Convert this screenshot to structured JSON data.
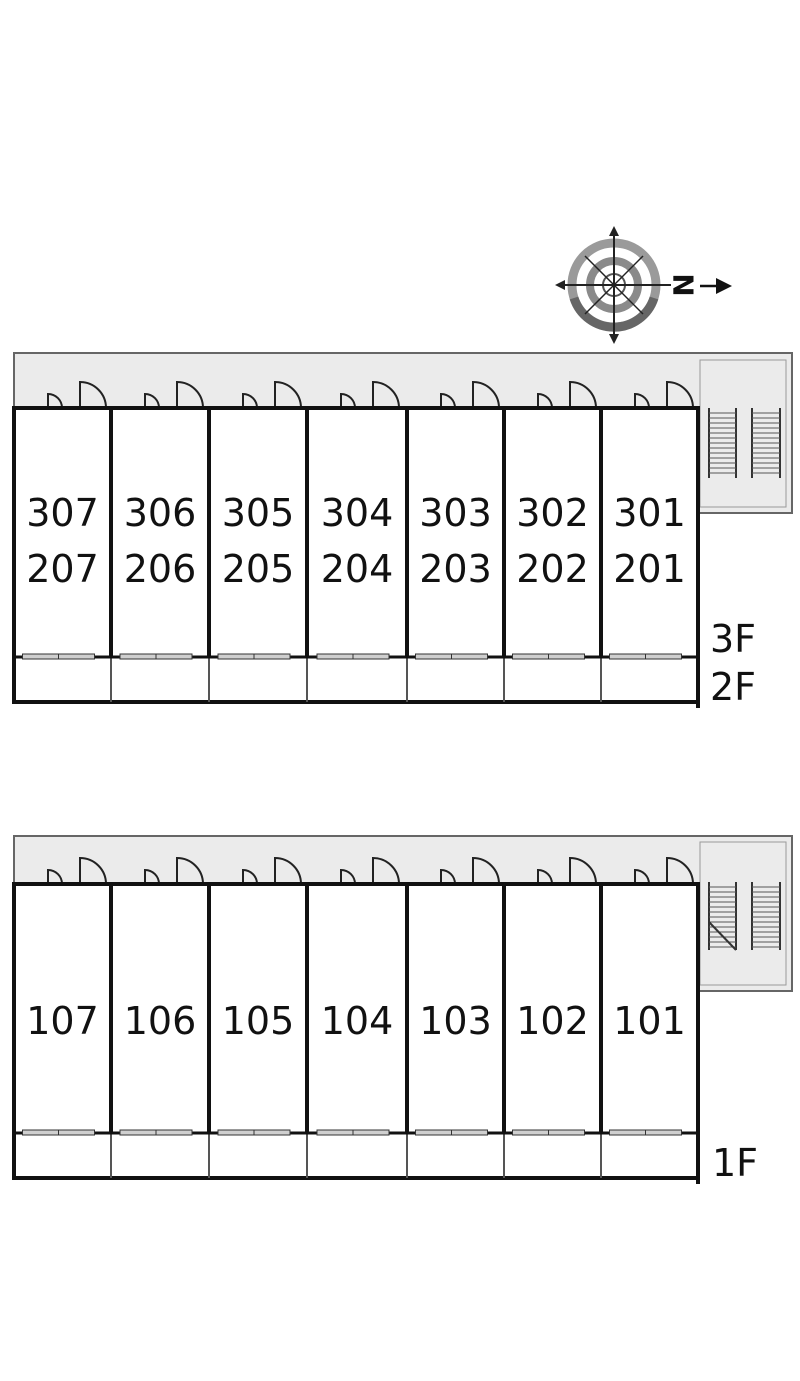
{
  "compass": {
    "north_label": "N",
    "icon": "compass-rose-icon"
  },
  "upper_block": {
    "floor_labels": [
      "3F",
      "2F"
    ],
    "units": [
      {
        "upper": "307",
        "lower": "207"
      },
      {
        "upper": "306",
        "lower": "206"
      },
      {
        "upper": "305",
        "lower": "205"
      },
      {
        "upper": "304",
        "lower": "204"
      },
      {
        "upper": "303",
        "lower": "203"
      },
      {
        "upper": "302",
        "lower": "202"
      },
      {
        "upper": "301",
        "lower": "201"
      }
    ]
  },
  "lower_block": {
    "floor_labels": [
      "1F"
    ],
    "units": [
      {
        "number": "107"
      },
      {
        "number": "106"
      },
      {
        "number": "105"
      },
      {
        "number": "104"
      },
      {
        "number": "103"
      },
      {
        "number": "102"
      },
      {
        "number": "101"
      }
    ]
  },
  "colors": {
    "corridor": "#ebebeb",
    "wall": "#111111",
    "line": "#555555",
    "compass_ring": "#8a8a8a"
  }
}
